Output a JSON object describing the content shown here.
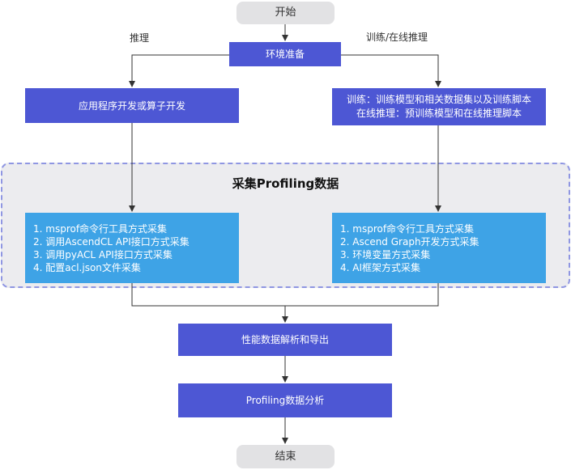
{
  "nodes": {
    "start": "开始",
    "env_prep": "环境准备",
    "app_dev": "应用程序开发或算子开发",
    "train_line1": "训练：训练模型和相关数据集以及训练脚本",
    "train_line2": "在线推理：预训练模型和在线推理脚本",
    "collect_title": "采集Profiling数据",
    "left_methods": [
      "1. msprof命令行工具方式采集",
      "2. 调用AscendCL API接口方式采集",
      "3. 调用pyACL API接口方式采集",
      "4. 配置acl.json文件采集"
    ],
    "right_methods": [
      "1. msprof命令行工具方式采集",
      "2. Ascend Graph开发方式采集",
      "3. 环境变量方式采集",
      "4. AI框架方式采集"
    ],
    "parse_export": "性能数据解析和导出",
    "analysis": "Profiling数据分析",
    "end": "结束"
  },
  "edge_labels": {
    "left_branch": "推理",
    "right_branch": "训练/在线推理"
  },
  "colors": {
    "primary_box": "#4d57d4",
    "method_box": "#3ea3e6",
    "terminal_box": "#e2e2e4",
    "group_fill": "#ececef",
    "group_border": "#8f96e2",
    "line": "#333333"
  }
}
